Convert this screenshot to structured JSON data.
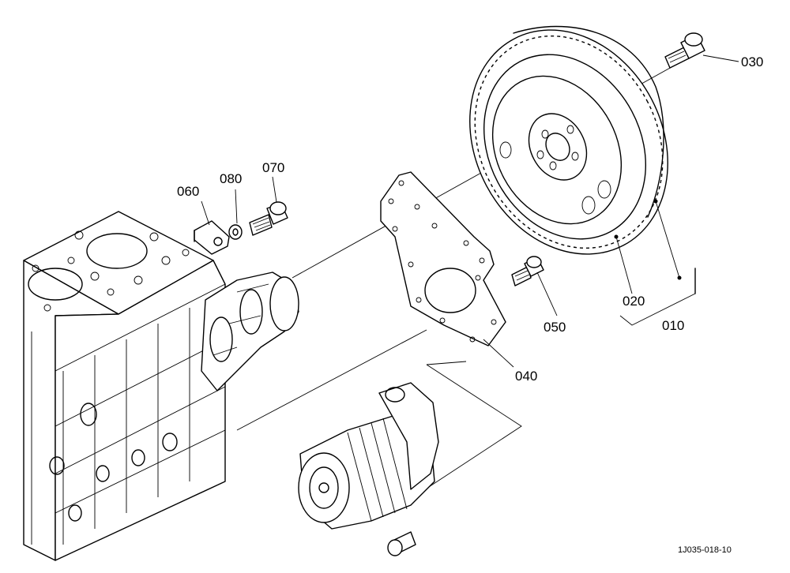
{
  "diagram": {
    "reference_code": "1J035-018-10",
    "callouts": [
      {
        "id": "010",
        "label": "010"
      },
      {
        "id": "020",
        "label": "020"
      },
      {
        "id": "030",
        "label": "030"
      },
      {
        "id": "040",
        "label": "040"
      },
      {
        "id": "050",
        "label": "050"
      },
      {
        "id": "060",
        "label": "060"
      },
      {
        "id": "070",
        "label": "070"
      },
      {
        "id": "080",
        "label": "080"
      }
    ]
  }
}
